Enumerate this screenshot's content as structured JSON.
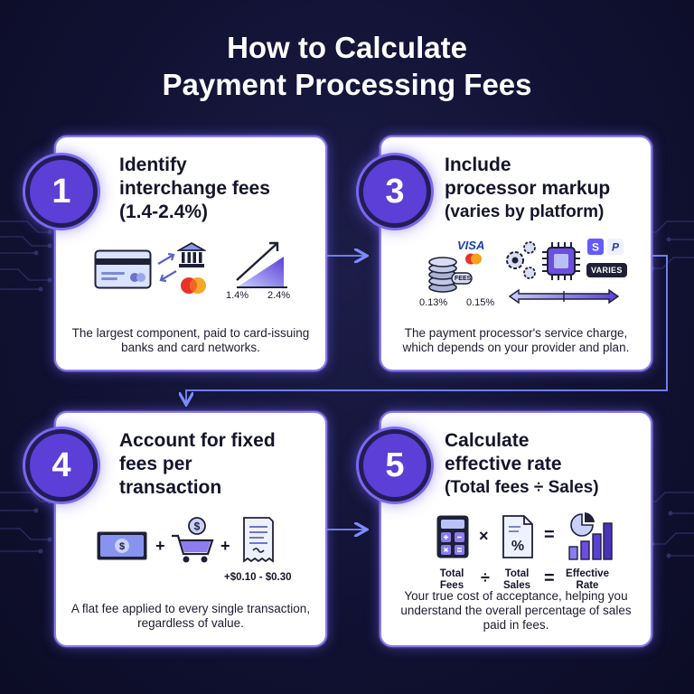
{
  "title": {
    "line1": "How to Calculate",
    "line2": "Payment Processing Fees"
  },
  "steps": [
    {
      "number": "1",
      "title_line1": "Identify",
      "title_line2": "interchange fees",
      "title_line3": "(1.4-2.4%)",
      "labels": {
        "low": "1.4%",
        "high": "2.4%"
      },
      "description": "The largest component, paid to card-issuing banks and card networks."
    },
    {
      "number": "3",
      "title_line1": "Include",
      "title_line2": "processor markup",
      "title_line3": "(varies by platform)",
      "labels": {
        "low": "0.13%",
        "high": "0.15%",
        "visa": "VISA",
        "varies": "VARIES",
        "fees": "FEES"
      },
      "description": "The payment processor's service charge, which depends on your provider and plan."
    },
    {
      "number": "4",
      "title_line1": "Account for fixed",
      "title_line2": "fees per",
      "title_line3": "transaction",
      "labels": {
        "plus1": "+",
        "plus2": "+",
        "range": "+$0.10 - $0.30"
      },
      "description": "A flat fee applied to every single transaction, regardless of value."
    },
    {
      "number": "5",
      "title_line1": "Calculate",
      "title_line2": "effective rate",
      "title_line3": "(Total fees ÷ Sales)",
      "labels": {
        "times": "×",
        "equals1": "=",
        "divide": "÷",
        "equals2": "=",
        "total_fees_1": "Total",
        "total_fees_2": "Fees",
        "total_sales_1": "Total",
        "total_sales_2": "Sales",
        "effective_1": "Effective",
        "effective_2": "Rate"
      },
      "description": "Your true cost of acceptance, helping you understand the overall percentage of sales paid in fees."
    }
  ],
  "colors": {
    "background": "#111233",
    "accent": "#5b3fd6",
    "connector": "#6f7df0",
    "card": "#ffffff"
  }
}
